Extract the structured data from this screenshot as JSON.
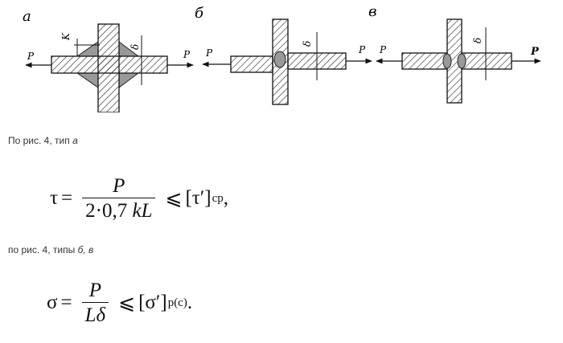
{
  "figure": {
    "labels": {
      "a": "а",
      "b": "б",
      "v": "в"
    },
    "force": "P",
    "leg": "K",
    "thickness": "δ"
  },
  "caption1": {
    "text": "По рис. 4, тип ",
    "type": "а"
  },
  "formula1": {
    "lhs": "τ",
    "eq": "=",
    "num": "P",
    "den_pre": "2·0,7 ",
    "den_it": "kL",
    "rel": "⩽",
    "rhs": "[τ′]",
    "sub": "ср",
    "tail": ","
  },
  "caption2": {
    "text": "по рис. 4, типы ",
    "types": "б, в"
  },
  "formula2": {
    "lhs": "σ",
    "eq": "=",
    "num": "P",
    "den": "Lδ",
    "rel": "⩽",
    "rhs": "[σ′]",
    "sub": "р(с)",
    "tail": "."
  }
}
